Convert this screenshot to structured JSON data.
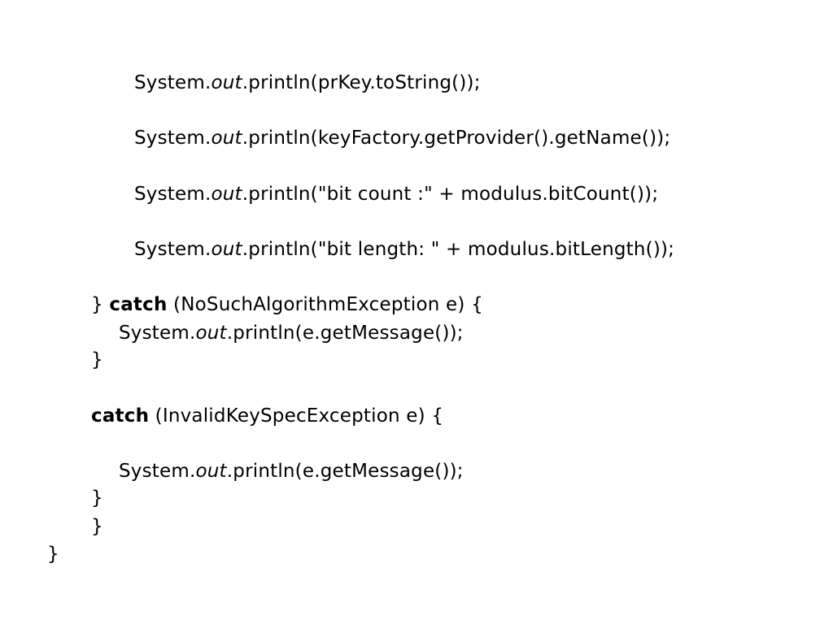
{
  "code_lines": [
    {
      "pre": "System.",
      "it": "out",
      "post": ".println(prKey.toString());"
    },
    {
      "pre": "System.",
      "it": "out",
      "post": ".println(keyFactory.getProvider().getName());"
    },
    {
      "pre": "System.",
      "it": "out",
      "post": ".println(\"bit count :\" + modulus.bitCount());"
    },
    {
      "pre": "System.",
      "it": "out",
      "post": ".println(\"bit length: \" + modulus.bitLength());"
    },
    {
      "pre": "} ",
      "kw": "catch",
      "post": " (NoSuchAlgorithmException e) {"
    },
    {
      "pre": "System.",
      "it": "out",
      "post": ".println(e.getMessage());"
    },
    {
      "text": "}"
    },
    {
      "kw": "catch",
      "post": " (InvalidKeySpecException e) {"
    },
    {
      "pre": "System.",
      "it": "out",
      "post": ".println(e.getMessage());"
    },
    {
      "text": "}"
    },
    {
      "text": "}"
    },
    {
      "text": "}"
    }
  ]
}
